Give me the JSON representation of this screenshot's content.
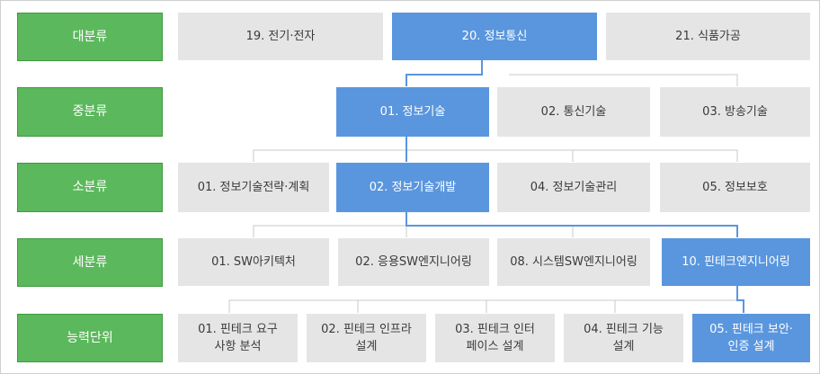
{
  "labels": {
    "major": "대분류",
    "middle": "중분류",
    "minor": "소분류",
    "detail": "세분류",
    "unit": "능력단위"
  },
  "major": [
    "19. 전기·전자",
    "20. 정보통신",
    "21. 식품가공"
  ],
  "middle": [
    "01. 정보기술",
    "02. 통신기술",
    "03. 방송기술"
  ],
  "minor": [
    "01. 정보기술전략·계획",
    "02. 정보기술개발",
    "04. 정보기술관리",
    "05. 정보보호"
  ],
  "detail": [
    "01. SW아키텍처",
    "02. 응용SW엔지니어링",
    "08. 시스템SW엔지니어링",
    "10. 핀테크엔지니어링"
  ],
  "unit": [
    "01. 핀테크 요구\n사항 분석",
    "02. 핀테크 인프라\n설계",
    "03. 핀테크 인터\n페이스 설계",
    "04. 핀테크 기능\n설계",
    "05. 핀테크 보안·\n인증 설계"
  ],
  "colors": {
    "label_green": "#5cb85c",
    "selected_blue": "#5a96de",
    "box_gray": "#e5e5e5"
  }
}
